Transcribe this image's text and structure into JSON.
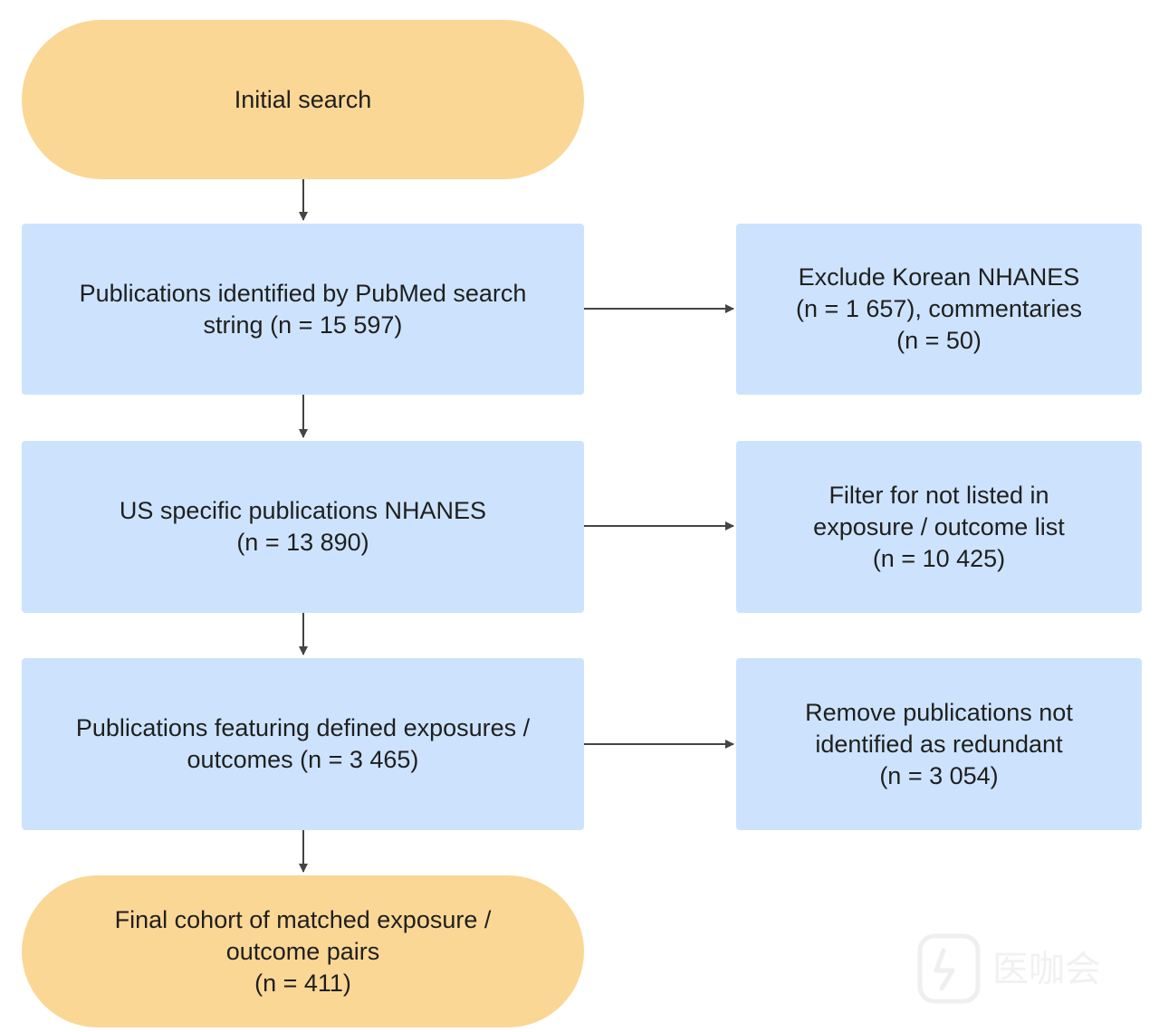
{
  "flowchart": {
    "start": {
      "text": "Initial search"
    },
    "steps": [
      {
        "text": "Publications identified by PubMed search\nstring (n = 15 597)",
        "exclusion": "Exclude Korean NHANES\n(n = 1 657), commentaries\n(n = 50)"
      },
      {
        "text": "US specific publications NHANES\n(n = 13 890)",
        "exclusion": "Filter for not listed in\nexposure / outcome list\n(n = 10 425)"
      },
      {
        "text": "Publications featuring defined exposures /\noutcomes (n = 3 465)",
        "exclusion": "Remove publications not\nidentified as redundant\n(n = 3 054)"
      }
    ],
    "end": {
      "text": "Final cohort of matched exposure /\noutcome pairs\n(n = 411)"
    }
  },
  "colors": {
    "terminal_fill": "#fbd795",
    "box_fill": "#cde3fd",
    "arrow": "#444444"
  },
  "watermark": {
    "text": "医咖会",
    "icon": "shield-logo-icon"
  }
}
